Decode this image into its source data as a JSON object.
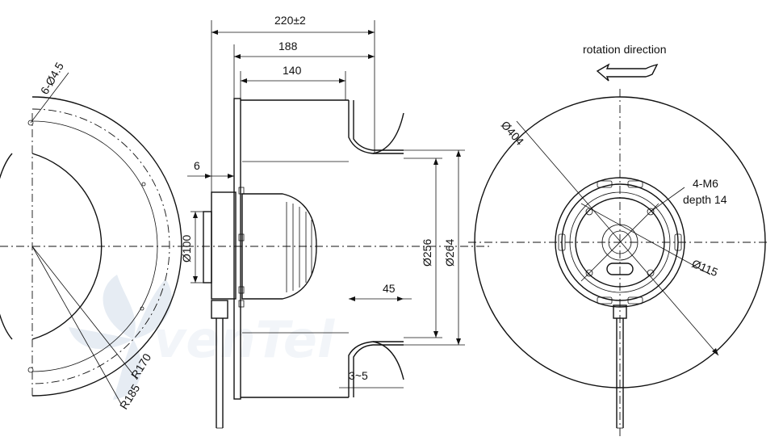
{
  "labels": {
    "overall_length": "220±2",
    "length_188": "188",
    "length_140": "140",
    "flange_6": "6",
    "hub_dia_100": "Ø100",
    "inlet_dia_256": "Ø256",
    "inlet_dia_264": "Ø264",
    "inlet_depth_45": "45",
    "gap_3_5": "3~5",
    "hole_pattern": "6-Ø4.5",
    "radius_170": "R170",
    "radius_185": "R185",
    "wheel_dia_404": "Ø404",
    "thread": "4-M6",
    "thread_depth": "depth 14",
    "bolt_circle": "Ø115",
    "rotation": "rotation direction"
  },
  "watermark": "venTel",
  "colors": {
    "line": "#111111",
    "watermark": "#c8d6e6"
  }
}
